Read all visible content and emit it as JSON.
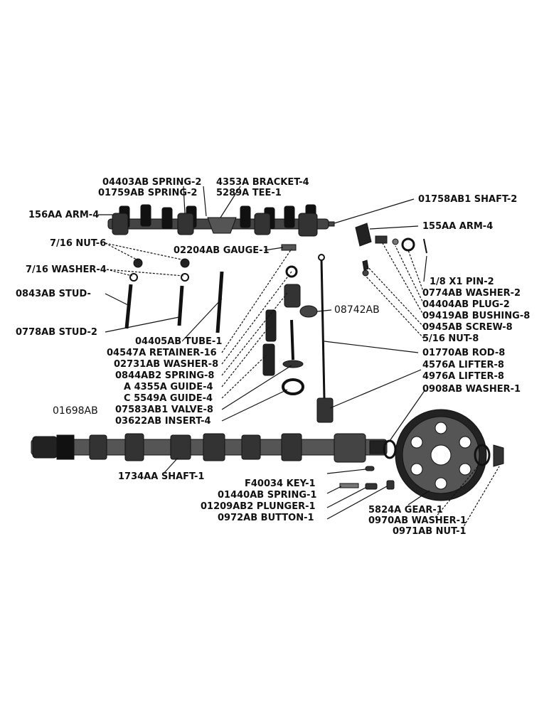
{
  "labels": {
    "spring_04403": "04403AB SPRING-2",
    "spring_01759": "01759AB SPRING-2",
    "bracket": "4353A BRACKET-4",
    "tee": "5289A TEE-1",
    "shaft_01758": "01758AB1 SHAFT-2",
    "arm_156": "156AA ARM-4",
    "arm_155": "155AA ARM-4",
    "nut_716": "7/16 NUT-6",
    "gauge": "02204AB GAUGE-1",
    "washer_716": "7/16 WASHER-4",
    "stud_0843": "0843AB STUD-",
    "stud_0778": "0778AB STUD-2",
    "part_08742": "08742AB",
    "pin": "1/8 X1 PIN-2",
    "washer_0774": "0774AB WASHER-2",
    "plug": "04404AB PLUG-2",
    "bushing": "09419AB BUSHING-8",
    "screw": "0945AB SCREW-8",
    "nut_516": "5/16 NUT-8",
    "tube": "04405AB TUBE-1",
    "retainer": "04547A RETAINER-16",
    "washer_02731": "02731AB WASHER-8",
    "spring_0844": "0844AB2 SPRING-8",
    "guide_4355": "A 4355A GUIDE-4",
    "guide_5549": "C 5549A GUIDE-4",
    "valve": "07583AB1 VALVE-8",
    "insert": "03622AB INSERT-4",
    "rod": "01770AB ROD-8",
    "lifter_4576": "4576A LIFTER-8",
    "lifter_4976": "4976A LIFTER-8",
    "washer_0908": "0908AB WASHER-1",
    "part_01698": "01698AB",
    "shaft_1734": "1734AA SHAFT-1",
    "key": "F40034 KEY-1",
    "spring_01440": "01440AB SPRING-1",
    "plunger": "01209AB2 PLUNGER-1",
    "button": "0972AB BUTTON-1",
    "gear": "5824A GEAR-1",
    "washer_0970": "0970AB WASHER-1",
    "nut_0971": "0971AB NUT-1"
  }
}
